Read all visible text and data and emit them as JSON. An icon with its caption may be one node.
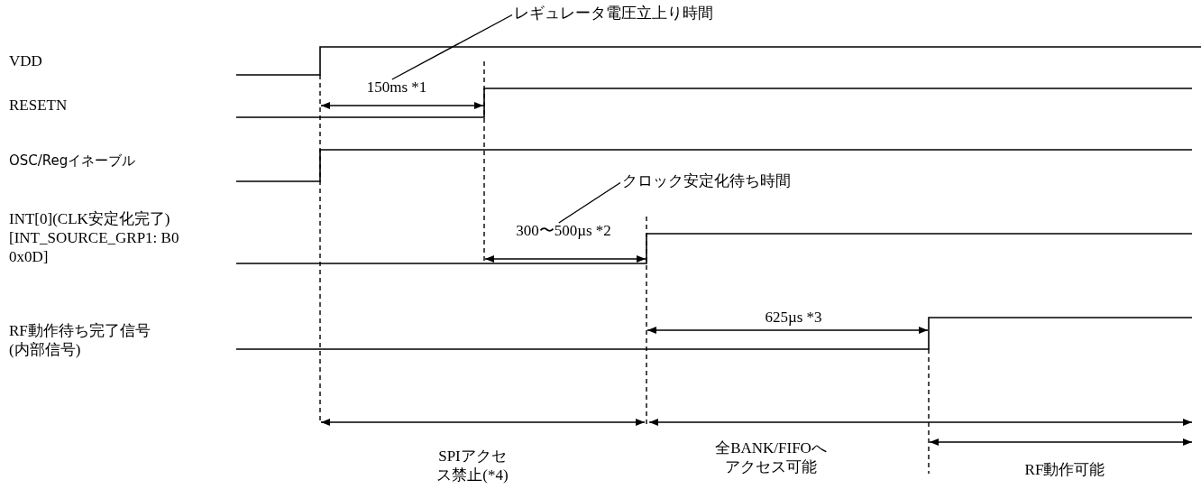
{
  "diagram": {
    "nodes": [
      {
        "text": [
          "レギュレータ電圧立上り時間"
        ]
      },
      {
        "text": [
          "150ms *1"
        ]
      },
      {
        "text": [
          "クロック安定化待ち時間"
        ]
      },
      {
        "text": [
          "300〜500µs *2"
        ]
      }
    ],
    "edges": [
      {
        "from": 0,
        "to": 1,
        "arrow": "none"
      },
      {
        "from": 2,
        "to": 3,
        "arrow": "none"
      }
    ],
    "labels": [
      "VDD",
      "RESETN",
      "OSC/Regイネーブル",
      "INT[0](CLK安定化完了) [INT_SOURCE_GRP1: B0 0x0D]",
      "625µs *3",
      "RF動作待ち完了信号(内部信号)",
      "全BANK/FIFOへアクセス可能",
      "SPIアクセス禁止(*4)",
      "RF動作可能"
    ]
  }
}
